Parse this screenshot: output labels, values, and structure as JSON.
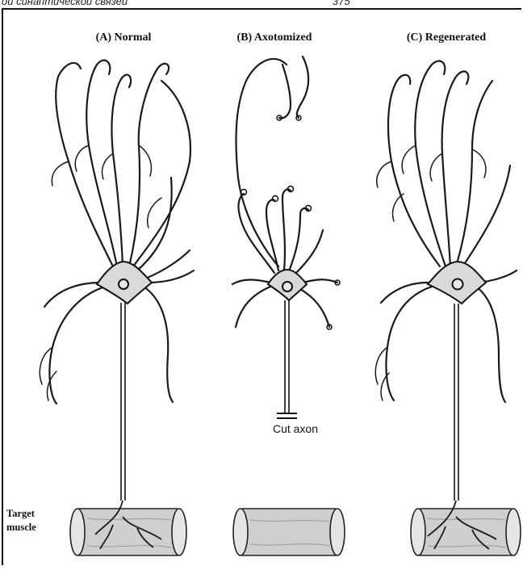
{
  "header": {
    "left_text": "ой синаптической связей",
    "page_number": "375"
  },
  "figure": {
    "panels": [
      {
        "id": "A",
        "title": "(A) Normal"
      },
      {
        "id": "B",
        "title": "(B) Axotomized"
      },
      {
        "id": "C",
        "title": "(C) Regenerated"
      }
    ],
    "cut_axon_label": "Cut axon",
    "target_muscle_label_line1": "Target",
    "target_muscle_label_line2": "muscle"
  }
}
